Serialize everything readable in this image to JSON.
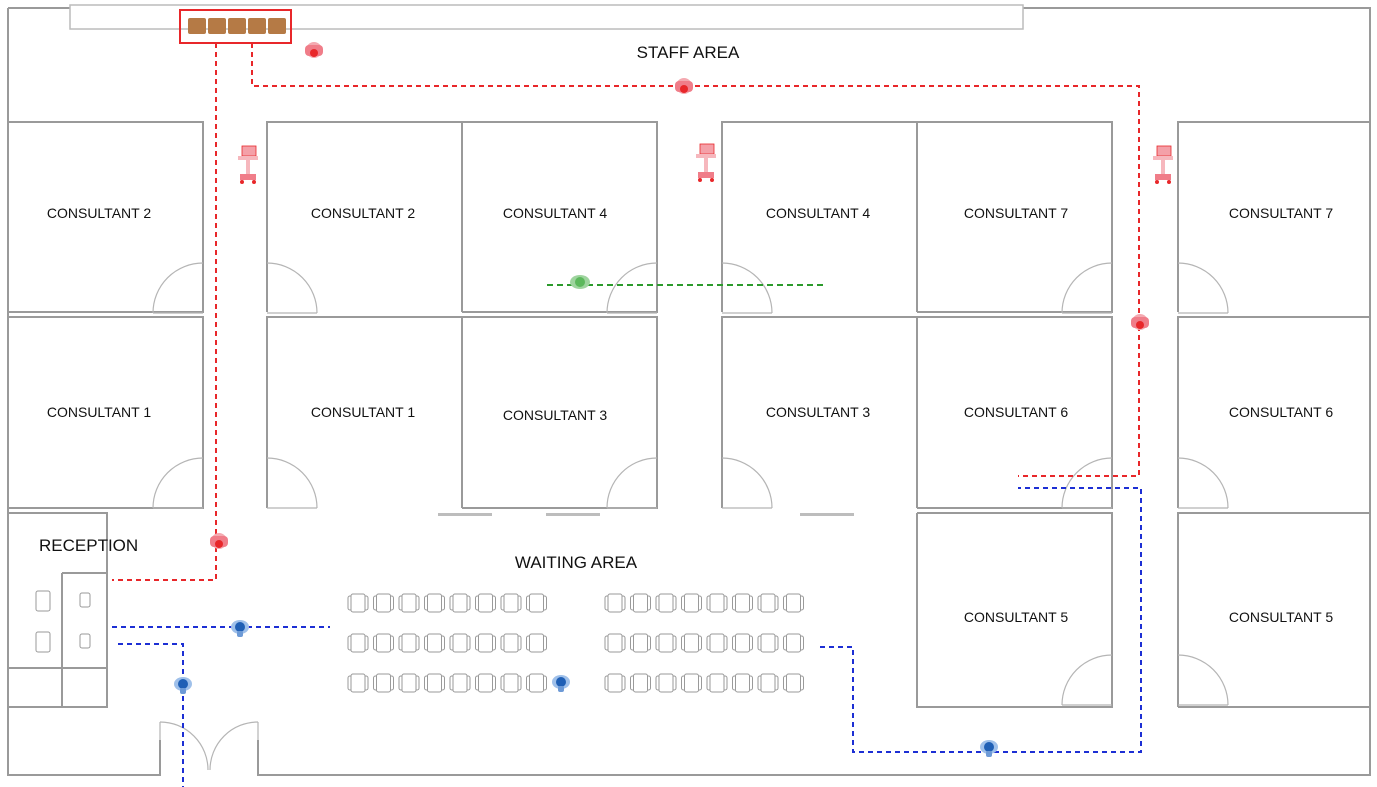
{
  "areas": {
    "staff": "STAFF AREA",
    "waiting": "WAITING AREA",
    "reception": "RECEPTION"
  },
  "rooms": {
    "c2_left": "CONSULTANT 2",
    "c2_right": "CONSULTANT 2",
    "c4_left": "CONSULTANT 4",
    "c4_right": "CONSULTANT 4",
    "c7_left": "CONSULTANT 7",
    "c7_right": "CONSULTANT 7",
    "c1_left": "CONSULTANT 1",
    "c1_right": "CONSULTANT 1",
    "c3_left": "CONSULTANT 3",
    "c3_right": "CONSULTANT 3",
    "c6_left": "CONSULTANT 6",
    "c6_right": "CONSULTANT 6",
    "c5_left": "CONSULTANT 5",
    "c5_right": "CONSULTANT 5"
  },
  "colors": {
    "staff_route": "#e8272a",
    "patient_route": "#1d2fd4",
    "consultant_route": "#2c9a2c",
    "wall": "#9a9a9a",
    "storage_box": "#b57a45"
  },
  "icons": {
    "staff": "staff-person-icon",
    "patient": "patient-person-icon",
    "consultant": "consultant-person-icon",
    "cart": "workstation-cart-icon",
    "storage": "storage-box-icon"
  }
}
